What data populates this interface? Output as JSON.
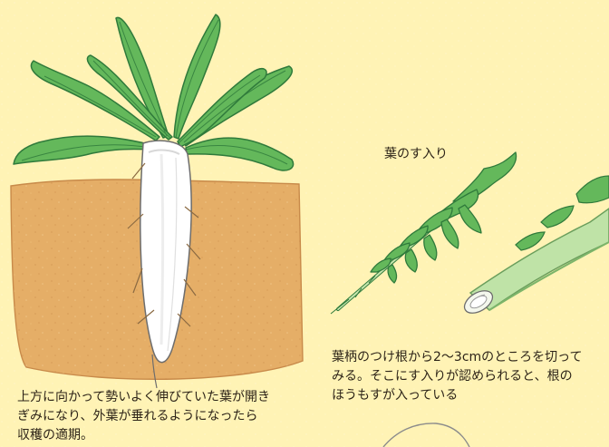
{
  "palette": {
    "background": "#fff3b5",
    "soil": "#e5ae67",
    "soil_dark": "#c88a4a",
    "leaf": "#64b85b",
    "leaf_dark": "#2f7a3b",
    "radish": "#ffffff",
    "radish_outline": "#6d6d6d",
    "text": "#2d2418"
  },
  "labels": {
    "hollow_leaf": "葉のす入り"
  },
  "captions": {
    "harvest_lines": [
      "上方に向かって勢いよく伸びていた葉が開き",
      "ぎみになり、外葉が垂れるようになったら",
      "収穫の適期。"
    ],
    "cut_lines": [
      "葉柄のつけ根から2〜3cmのところを切って",
      "みる。そこにす入りが認められると、根の",
      "ほうもすが入っている"
    ]
  },
  "icons": {
    "radish": "radish-illustration",
    "leaf": "leaf-illustration",
    "cut_stalk": "cut-stalk-illustration"
  }
}
